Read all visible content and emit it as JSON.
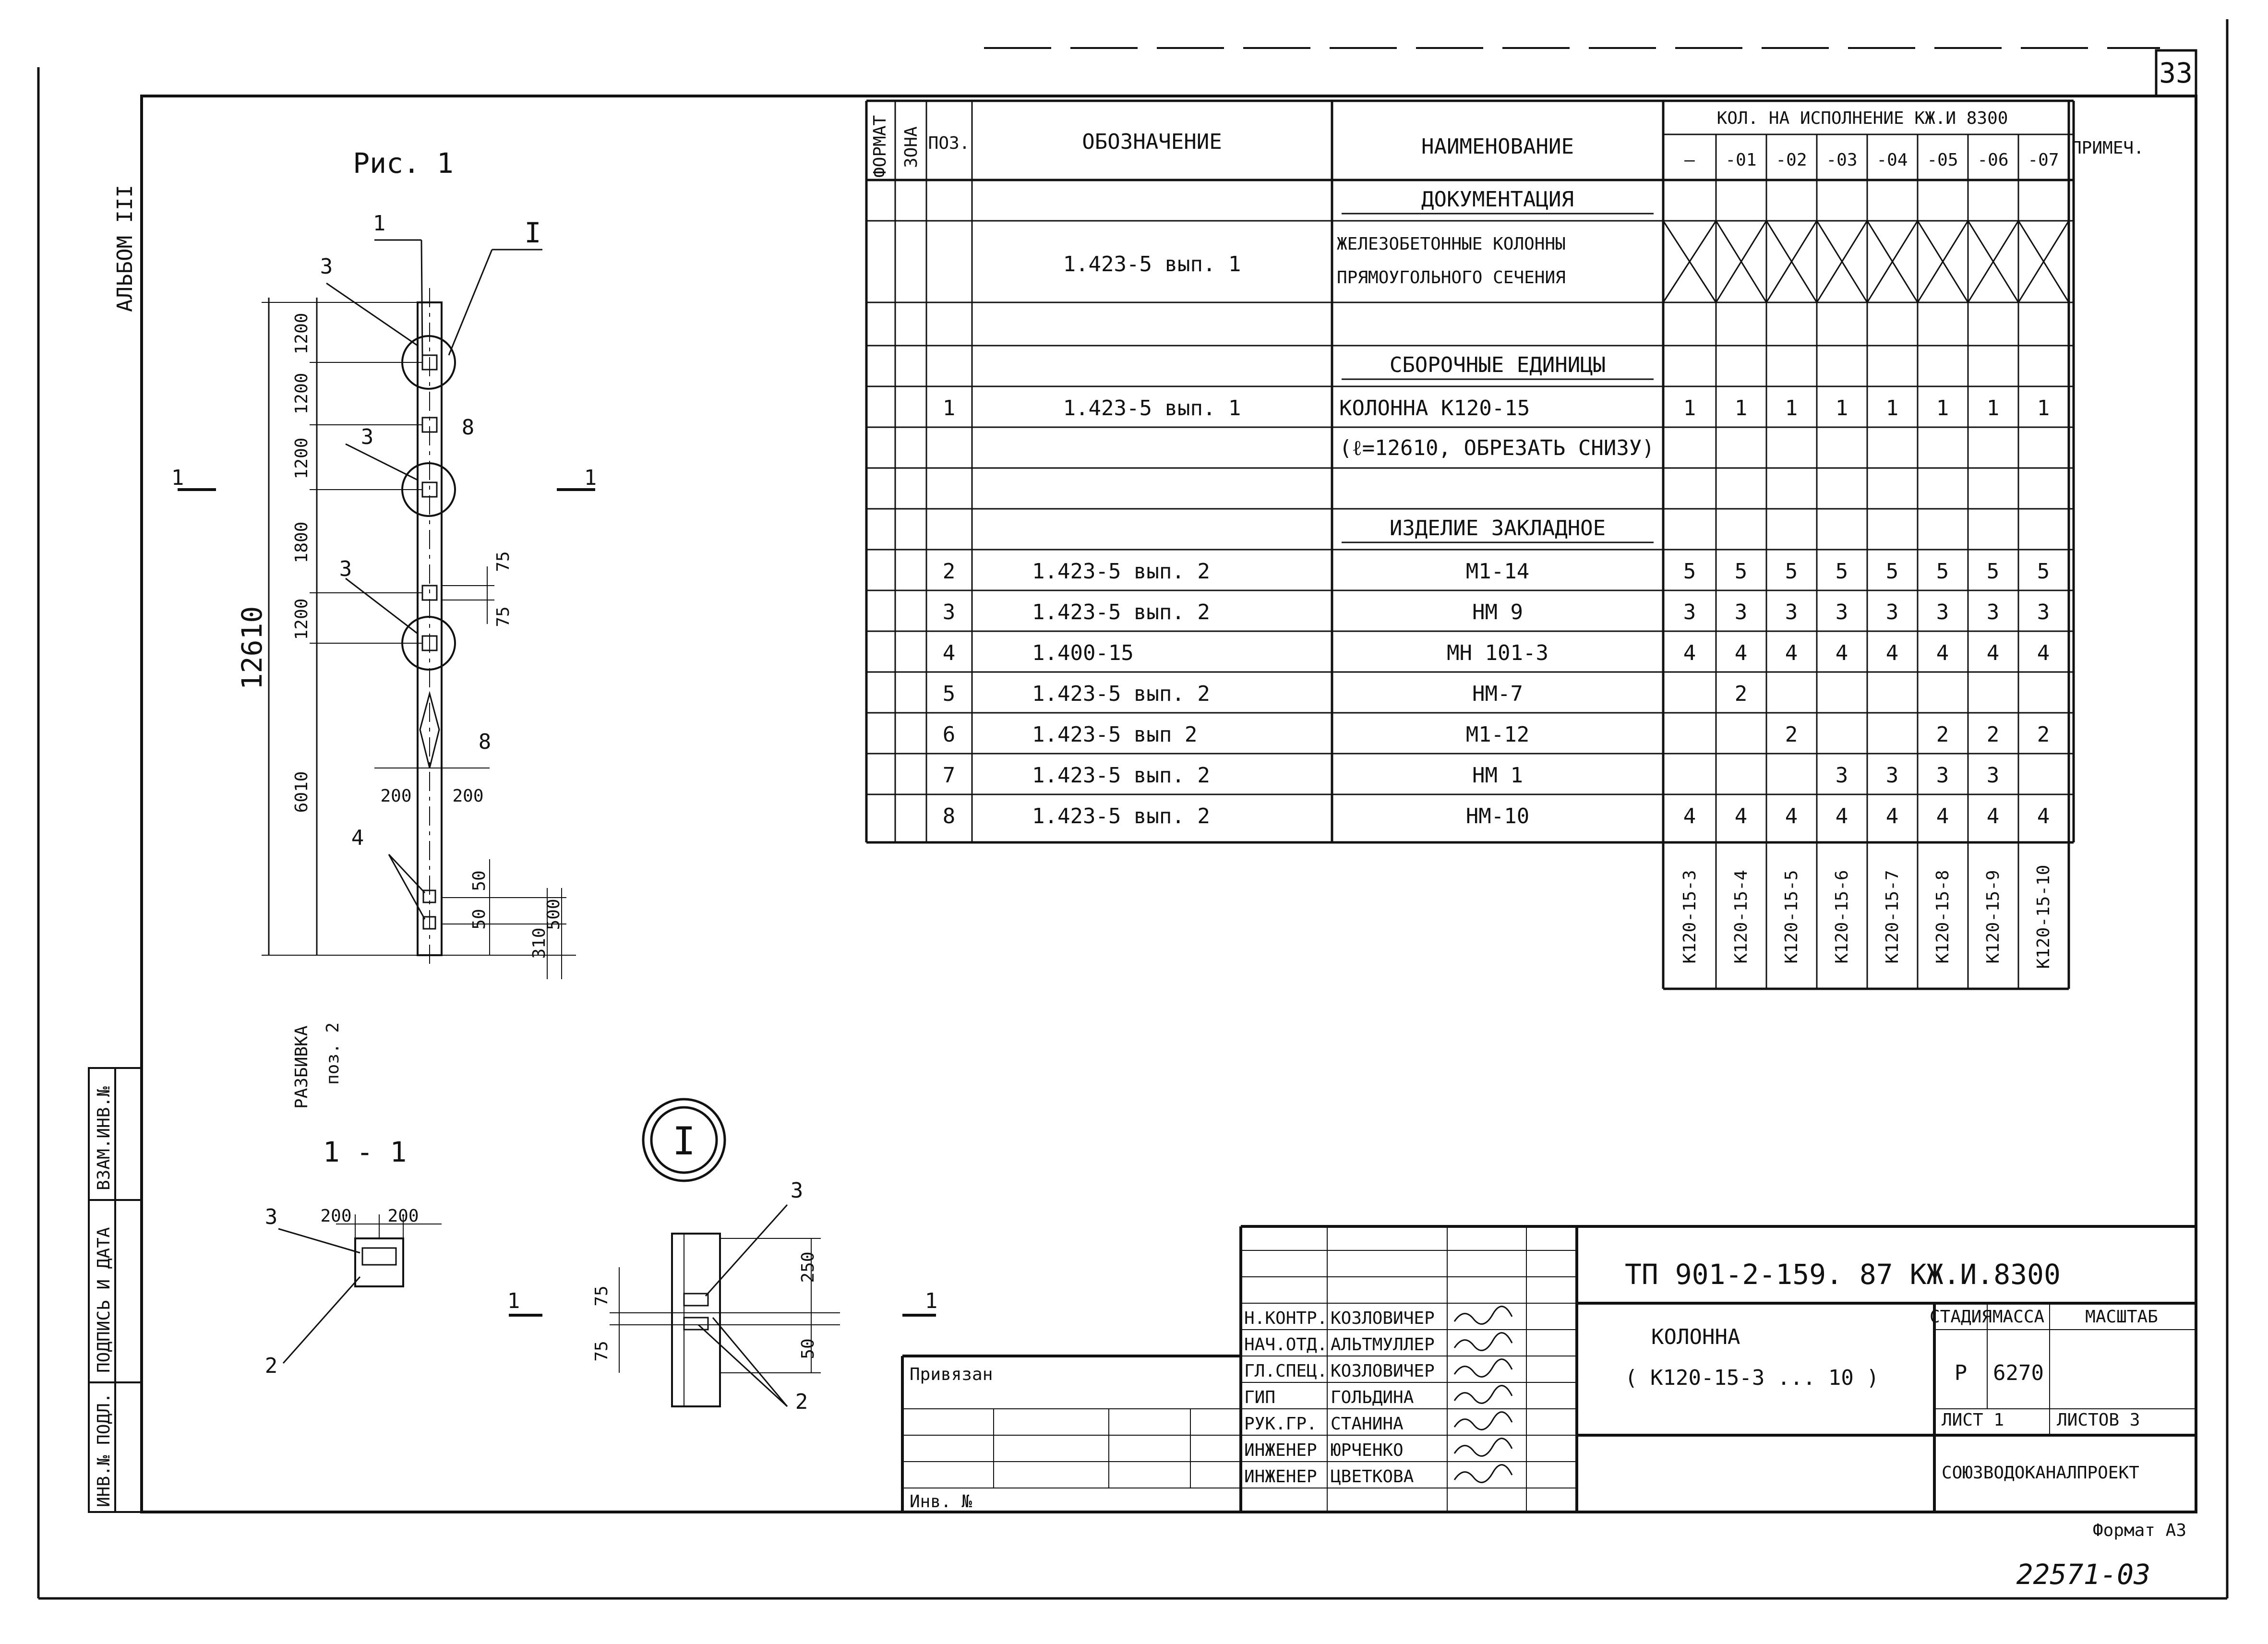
{
  "sheet_number": "33",
  "album": "АЛЬБОМ III",
  "figure_label": "Рис. 1",
  "spec": {
    "headers": {
      "format": "ФОРМАТ",
      "zone": "ЗОНА",
      "pos": "ПОЗ.",
      "designation": "ОБОЗНАЧЕНИЕ",
      "name": "НАИМЕНОВАНИЕ",
      "qty_group": "КОЛ. НА ИСПОЛНЕНИЕ КЖ.И 8300",
      "note": "ПРИМЕЧ.",
      "variants": [
        "—",
        "-01",
        "-02",
        "-03",
        "-04",
        "-05",
        "-06",
        "-07"
      ]
    },
    "section_documentation": "ДОКУМЕНТАЦИЯ",
    "doc_designation": "1.423-5 вып. 1",
    "doc_name_line1": "ЖЕЛЕЗОБЕТОННЫЕ КОЛОННЫ",
    "doc_name_line2": "ПРЯМОУГОЛЬНОГО СЕЧЕНИЯ",
    "section_assembly": "СБОРОЧНЫЕ ЕДИНИЦЫ",
    "assembly_row": {
      "pos": "1",
      "designation": "1.423-5 вып. 1",
      "name": "КОЛОННА  К120-15",
      "qty": [
        "1",
        "1",
        "1",
        "1",
        "1",
        "1",
        "1",
        "1"
      ]
    },
    "assembly_note": "(ℓ=12610, ОБРЕЗАТЬ СНИЗУ)",
    "section_embedded": "ИЗДЕЛИЕ ЗАКЛАДНОЕ",
    "rows": [
      {
        "pos": "2",
        "designation": "1.423-5 вып. 2",
        "name": "М1-14",
        "qty": [
          "5",
          "5",
          "5",
          "5",
          "5",
          "5",
          "5",
          "5"
        ]
      },
      {
        "pos": "3",
        "designation": "1.423-5 вып. 2",
        "name": "НМ 9",
        "qty": [
          "3",
          "3",
          "3",
          "3",
          "3",
          "3",
          "3",
          "3"
        ]
      },
      {
        "pos": "4",
        "designation": "1.400-15",
        "name": "МН 101-3",
        "qty": [
          "4",
          "4",
          "4",
          "4",
          "4",
          "4",
          "4",
          "4"
        ]
      },
      {
        "pos": "5",
        "designation": "1.423-5 вып. 2",
        "name": "НМ-7",
        "qty": [
          "",
          "2",
          "",
          "",
          "",
          "",
          "",
          ""
        ]
      },
      {
        "pos": "6",
        "designation": "1.423-5 вып 2",
        "name": "М1-12",
        "qty": [
          "",
          "",
          "2",
          "",
          "",
          "2",
          "2",
          "2"
        ]
      },
      {
        "pos": "7",
        "designation": "1.423-5 вып. 2",
        "name": "НМ 1",
        "qty": [
          "",
          "",
          "",
          "3",
          "3",
          "3",
          "3",
          ""
        ]
      },
      {
        "pos": "8",
        "designation": "1.423-5 вып. 2",
        "name": "НМ-10",
        "qty": [
          "4",
          "4",
          "4",
          "4",
          "4",
          "4",
          "4",
          "4"
        ]
      }
    ],
    "marks": [
      "К120-15-3",
      "К120-15-4",
      "К120-15-5",
      "К120-15-6",
      "К120-15-7",
      "К120-15-8",
      "К120-15-9",
      "К120-15-10"
    ]
  },
  "drawing": {
    "total_length": "12610",
    "dims": [
      "1200",
      "1200",
      "1200",
      "1800",
      "1200",
      "6010"
    ],
    "bottom_dims": [
      "50",
      "50",
      "310",
      "500"
    ],
    "side_dims": [
      "75",
      "75"
    ],
    "width_dims": [
      "200",
      "200"
    ],
    "pos_labels": [
      "1",
      "3",
      "3",
      "3",
      "8",
      "8",
      "4"
    ],
    "section_mark": "I",
    "cut_mark": "1",
    "razbivka_line1": "РАЗБИВКА",
    "razbivka_line2": "поз. 2"
  },
  "section_view": {
    "title": "1 - 1",
    "dims": [
      "200",
      "200"
    ],
    "labels": [
      "3",
      "2"
    ]
  },
  "detail_view": {
    "mark": "I",
    "dims": [
      "75",
      "75",
      "250",
      "50"
    ],
    "labels": [
      "3",
      "2"
    ]
  },
  "title_block": {
    "code": "ТП 901-2-159. 87  КЖ.И.8300",
    "title_line1": "КОЛОННА",
    "title_line2": "( К120-15-3 ... 10 )",
    "stage_label": "СТАДИЯ",
    "mass_label": "МАССА",
    "scale_label": "МАСШТАБ",
    "stage": "Р",
    "mass": "6270",
    "sheet_label": "ЛИСТ 1",
    "sheets_label": "ЛИСТОВ 3",
    "org": "СОЮЗВОДОКАНАЛПРОЕКТ",
    "bound": "Привязан",
    "inv": "Инв. №",
    "signatures": [
      {
        "role": "Н.КОНТР.",
        "name": "КОЗЛОВИЧЕР"
      },
      {
        "role": "НАЧ.ОТД.",
        "name": "АЛЬТМУЛЛЕР"
      },
      {
        "role": "ГЛ.СПЕЦ.",
        "name": "КОЗЛОВИЧЕР"
      },
      {
        "role": "ГИП",
        "name": "ГОЛЬДИНА"
      },
      {
        "role": "РУК.ГР.",
        "name": "СТАНИНА"
      },
      {
        "role": "ИНЖЕНЕР",
        "name": "ЮРЧЕНКО"
      },
      {
        "role": "ИНЖЕНЕР",
        "name": "ЦВЕТКОВА"
      }
    ]
  },
  "side_stamps": [
    "ВЗАМ.ИНВ.№",
    "ПОДПИСЬ И ДАТА",
    "ИНВ.№ ПОДЛ."
  ],
  "format_note": "Формат А3",
  "archive_number": "22571-03"
}
